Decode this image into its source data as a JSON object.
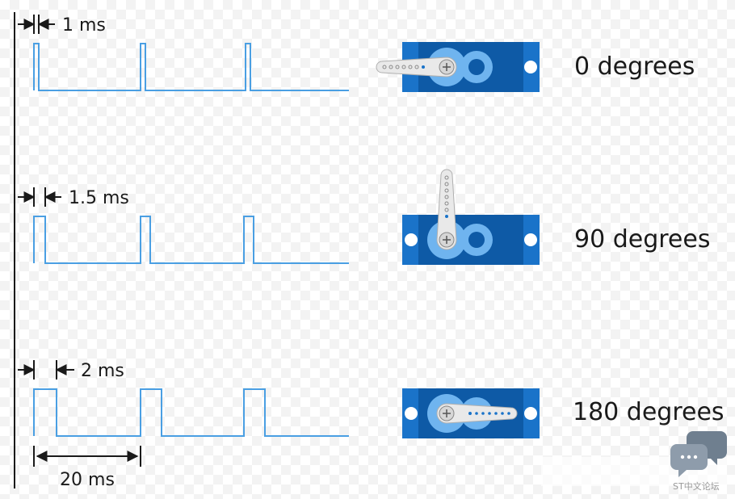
{
  "rows": [
    {
      "pulse_label": "1 ms",
      "angle_label": "0 degrees",
      "pulse_ms": 1,
      "angle_deg": 0
    },
    {
      "pulse_label": "1.5 ms",
      "angle_label": "90 degrees",
      "pulse_ms": 1.5,
      "angle_deg": 90
    },
    {
      "pulse_label": "2 ms",
      "angle_label": "180 degrees",
      "pulse_ms": 2,
      "angle_deg": 180
    }
  ],
  "period_label": "20 ms",
  "watermark": {
    "text": "ST中文论坛",
    "icon": "chat-bubbles-icon"
  },
  "colors": {
    "signal": "#4a9fe3",
    "servo_body": "#1a73c9",
    "servo_dark": "#0e5aa6",
    "servo_light": "#6fb4ef",
    "horn": "#e9e9e9",
    "text": "#1a1a1a"
  }
}
